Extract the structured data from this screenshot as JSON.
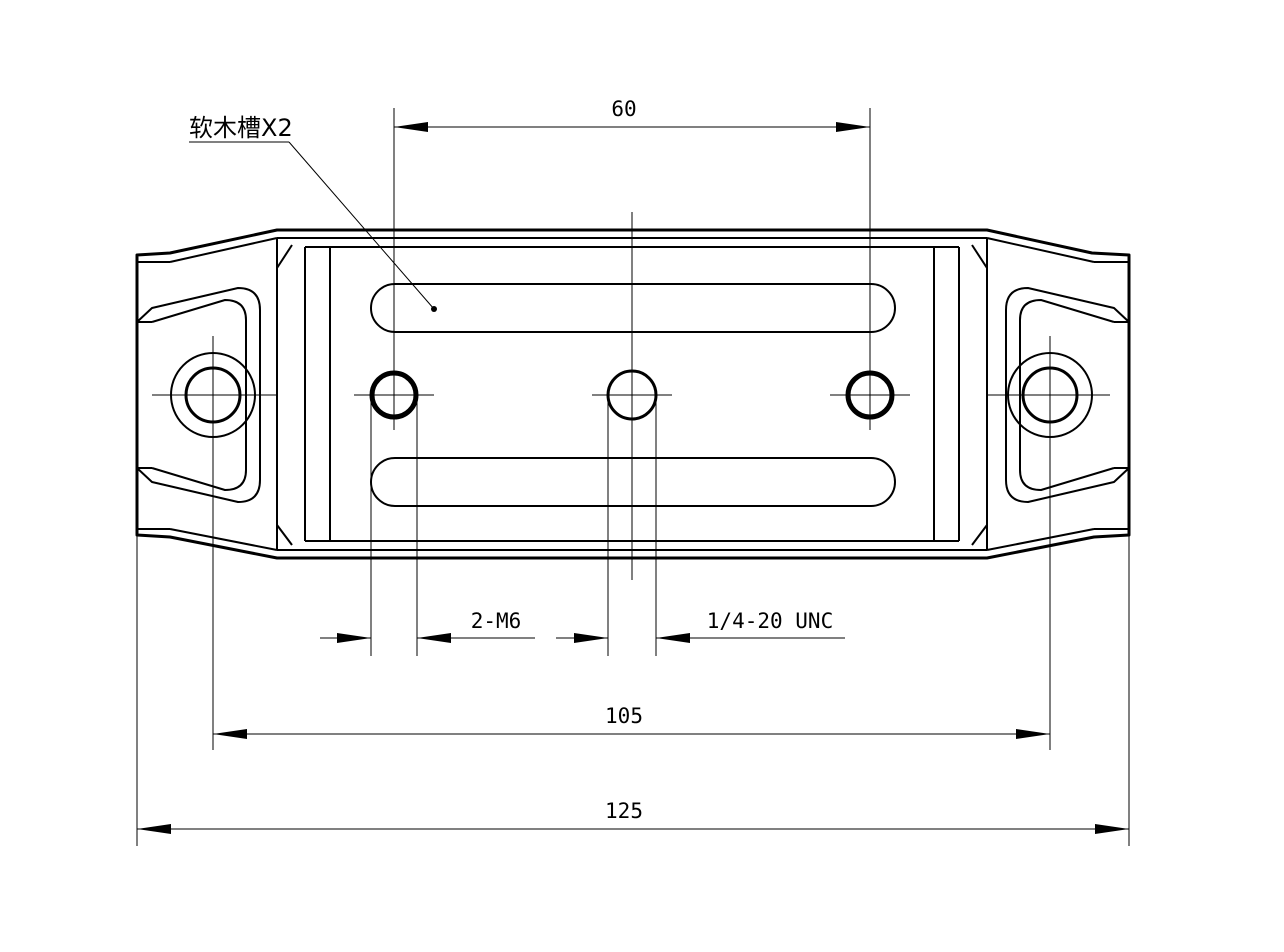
{
  "drawing": {
    "callout_label": "软木槽X2",
    "dimensions": {
      "hole_spacing": "60",
      "thread_side": "2-M6",
      "thread_center": "1/4-20 UNC",
      "mount_spacing": "105",
      "overall_width": "125"
    }
  }
}
